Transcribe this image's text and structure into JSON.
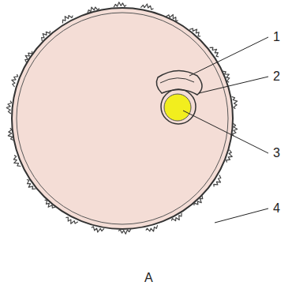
{
  "diagram": {
    "labels": [
      "1",
      "2",
      "3",
      "4",
      "A"
    ]
  }
}
